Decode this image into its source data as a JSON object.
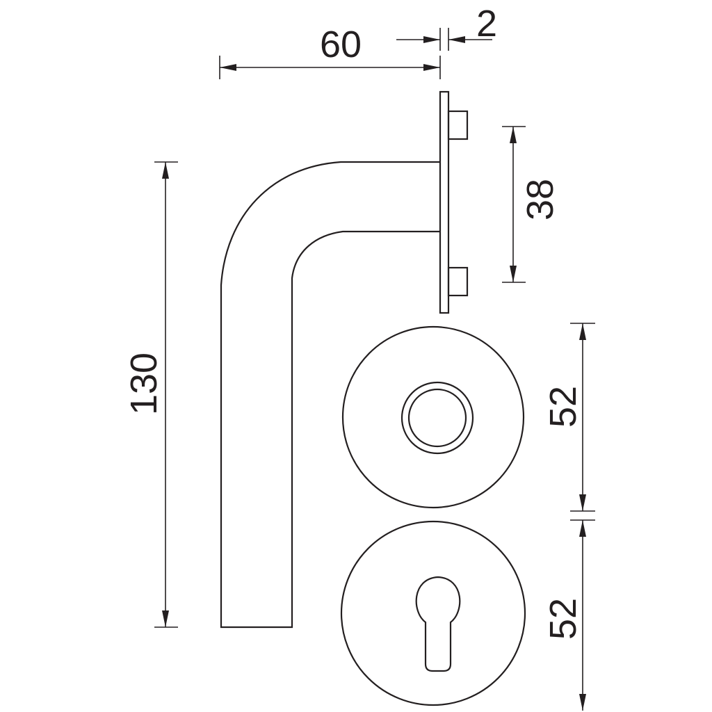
{
  "title": "Door lever handle on rose with round and profile cylinder escutcheons",
  "dimensions": {
    "lever_projection": "60",
    "rose_thickness": "2",
    "fixing_spacing": "38",
    "lever_length": "130",
    "rose_diameter_top": "52",
    "rose_diameter_bottom": "52"
  },
  "colors": {
    "line": "#231f20",
    "background": "#ffffff"
  }
}
